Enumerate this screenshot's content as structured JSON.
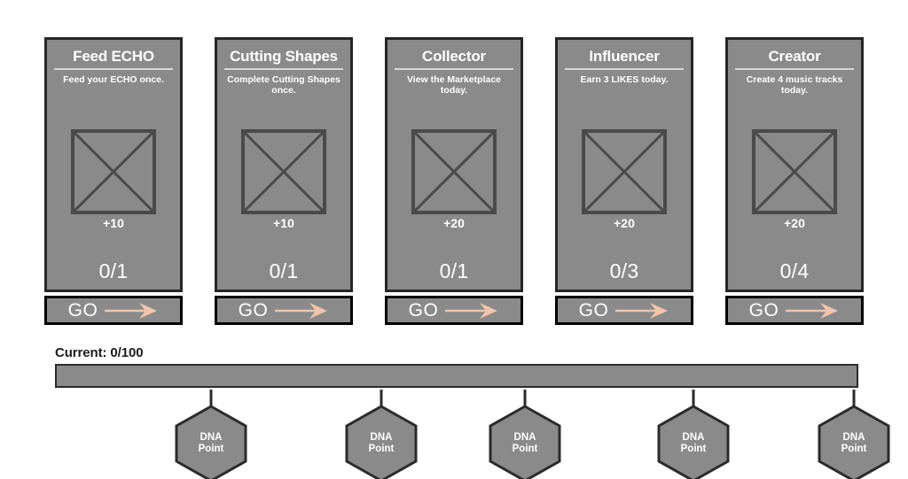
{
  "colors": {
    "card_fill": "#8a8a8a",
    "card_border": "#262626",
    "go_border": "#000000",
    "arrow": "#f2c4aa",
    "text_light": "#ffffff",
    "text_dark": "#1c1c1c",
    "rule": "#d8d8d8",
    "placeholder_stroke": "#4a4a4a",
    "page_background": "#ffffff"
  },
  "quests": [
    {
      "title": "Feed ECHO",
      "description": "Feed your ECHO once.",
      "reward": "+10",
      "progress": "0/1",
      "action_label": "GO",
      "placeholder_icon": "image-placeholder-icon",
      "arrow_icon": "arrow-right-icon"
    },
    {
      "title": "Cutting Shapes",
      "description": "Complete Cutting Shapes once.",
      "reward": "+10",
      "progress": "0/1",
      "action_label": "GO",
      "placeholder_icon": "image-placeholder-icon",
      "arrow_icon": "arrow-right-icon"
    },
    {
      "title": "Collector",
      "description": "View the Marketplace today.",
      "reward": "+20",
      "progress": "0/1",
      "action_label": "GO",
      "placeholder_icon": "image-placeholder-icon",
      "arrow_icon": "arrow-right-icon"
    },
    {
      "title": "Influencer",
      "description": "Earn 3 LIKES today.",
      "reward": "+20",
      "progress": "0/3",
      "action_label": "GO",
      "placeholder_icon": "image-placeholder-icon",
      "arrow_icon": "arrow-right-icon"
    },
    {
      "title": "Creator",
      "description": "Create 4 music tracks today.",
      "reward": "+20",
      "progress": "0/4",
      "action_label": "GO",
      "placeholder_icon": "image-placeholder-icon",
      "arrow_icon": "arrow-right-icon"
    }
  ],
  "track": {
    "current_label": "Current: 0/100",
    "current_value": 0,
    "max_value": 100,
    "fill_percent": 0,
    "nodes": [
      {
        "line1": "DNA",
        "line2": "Point"
      },
      {
        "line1": "DNA",
        "line2": "Point"
      },
      {
        "line1": "DNA",
        "line2": "Point"
      },
      {
        "line1": "DNA",
        "line2": "Point"
      },
      {
        "line1": "DNA",
        "line2": "Point"
      }
    ]
  }
}
